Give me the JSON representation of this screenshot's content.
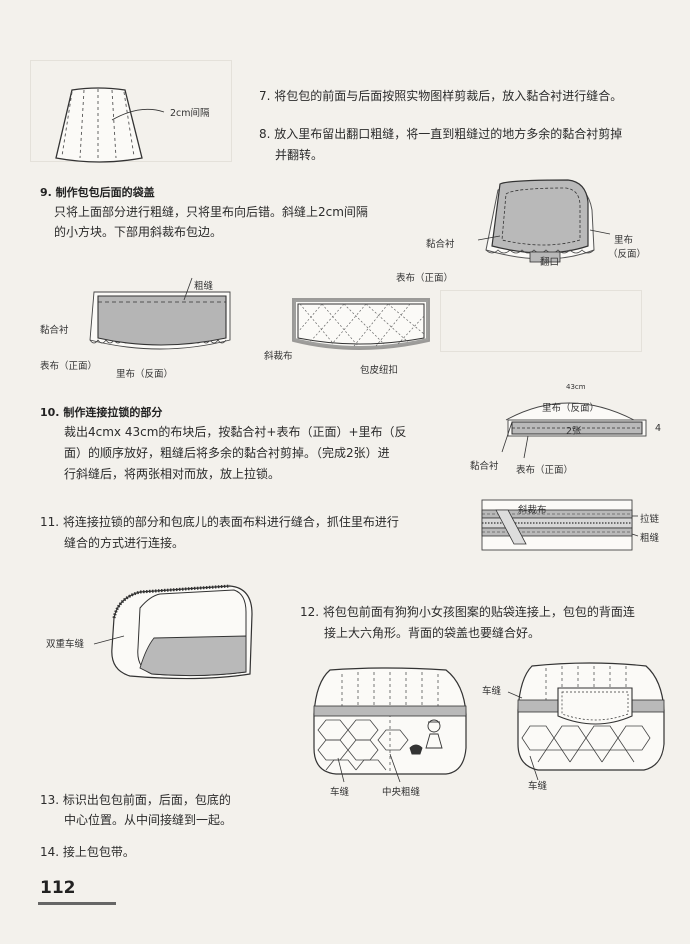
{
  "page_number": "112",
  "steps": {
    "s7": "7. 将包包的前面与后面按照实物图样剪裁后，放入黏合衬进行缝合。",
    "s8_l1": "8. 放入里布留出翻口粗缝，将一直到粗缝过的地方多余的黏合衬剪掉",
    "s8_l2": "并翻转。",
    "s9_head": "9. 制作包包后面的袋盖",
    "s9_l1": "只将上面部分进行粗缝，只将里布向后错。斜缝上2cm间隔",
    "s9_l2": "的小方块。下部用斜裁布包边。",
    "s10_head": "10. 制作连接拉锁的部分",
    "s10_l1": "裁出4cmx 43cm的布块后，按黏合衬+表布（正面）+里布（反",
    "s10_l2": "面）的顺序放好，粗缝后将多余的黏合衬剪掉。（完成2张）进",
    "s10_l3": "行斜缝后，将两张相对而放，放上拉锁。",
    "s11_l1": "11. 将连接拉锁的部分和包底儿的表面布料进行缝合，抓住里布进行",
    "s11_l2": "缝合的方式进行连接。",
    "s12_l1": "12. 将包包前面有狗狗小女孩图案的贴袋连接上，包包的背面连",
    "s12_l2": "接上大六角形。背面的袋盖也要缝合好。",
    "s13_l1": "13. 标识出包包前面，后面，包底的",
    "s13_l2": "中心位置。从中间接缝到一起。",
    "s14": "14. 接上包包带。"
  },
  "labels": {
    "spacing": "2cm间隔",
    "interfacing": "黏合衬",
    "lining_reverse": "里布",
    "reverse_paren": "（反面）",
    "opening": "翻口",
    "outer_front": "表布（正面）",
    "basting": "粗缝",
    "outer_front_2": "表布（正面）",
    "interfacing_2": "黏合衬",
    "lining_reverse_2": "里布（反面）",
    "bias": "斜裁布",
    "piping": "包皮纽扣",
    "dim_43": "43cm",
    "lining_top": "里布（反面）",
    "two_pcs": "2张",
    "dim_4": "4",
    "interfacing_3": "黏合衬",
    "outer_front_3": "表布（正面）",
    "bias_2": "斜裁布",
    "zipper": "拉链",
    "basting_2": "粗缝",
    "double_stitch": "双重车缝",
    "stitch_l": "车缝",
    "center_basting": "中央粗缝",
    "stitch_r1": "车缝",
    "stitch_r2": "车缝"
  }
}
